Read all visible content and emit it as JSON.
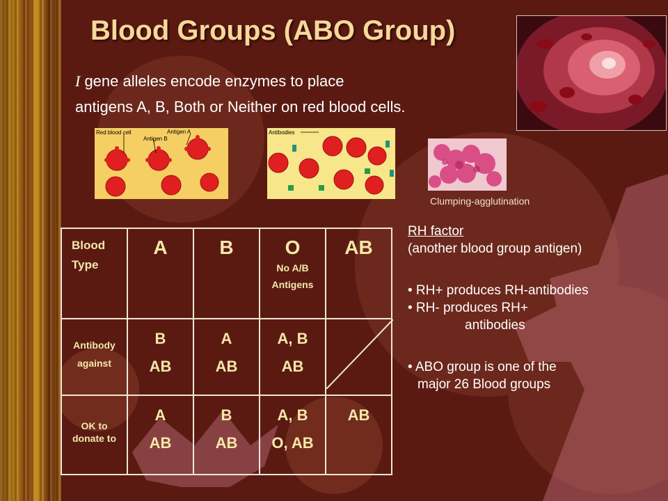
{
  "title": "Blood Groups (ABO Group)",
  "intro": {
    "gene_symbol": "I",
    "line1_rest": " gene alleles encode enzymes to place",
    "line2": "antigens A, B, Both or Neither on red blood cells."
  },
  "images": {
    "rbc_label_1": "Red blood cell",
    "rbc_label_2": "Antigen A",
    "rbc_label_3": "Antigen B",
    "antibody_label": "Antibodies",
    "clump_caption": "Clumping-agglutination"
  },
  "table": {
    "header": {
      "label_line1": "Blood",
      "label_line2": "Type",
      "a": "A",
      "b": "B",
      "o": "O",
      "o_sub1": "No A/B",
      "o_sub2": "Antigens",
      "ab": "AB"
    },
    "antibody_row": {
      "label_line1": "Antibody",
      "label_line2": "against",
      "a_line1": "B",
      "a_line2": "AB",
      "b_line1": "A",
      "b_line2": "AB",
      "o_line1": "A, B",
      "o_line2": "AB"
    },
    "donate_row": {
      "label_line1": "OK to",
      "label_line2": "donate to",
      "a_line1": "A",
      "a_line2": "AB",
      "b_line1": "B",
      "b_line2": "AB",
      "o_line1": "A, B",
      "o_line2": "O, AB",
      "ab_line1": "AB"
    }
  },
  "side": {
    "rh_heading": "RH factor",
    "rh_desc": "(another blood group antigen)",
    "bullet1": "• RH+ produces RH-antibodies",
    "bullet2": "• RH-  produces RH+",
    "bullet2_cont": "antibodies",
    "bullet3": "• ABO group is one of the",
    "bullet3_cont": "major 26 Blood groups"
  },
  "colors": {
    "background": "#5a1a12",
    "title": "#f5d89a",
    "table_text": "#f5e8a8",
    "table_border": "#f0e6d8",
    "rbc": "#e02020"
  }
}
